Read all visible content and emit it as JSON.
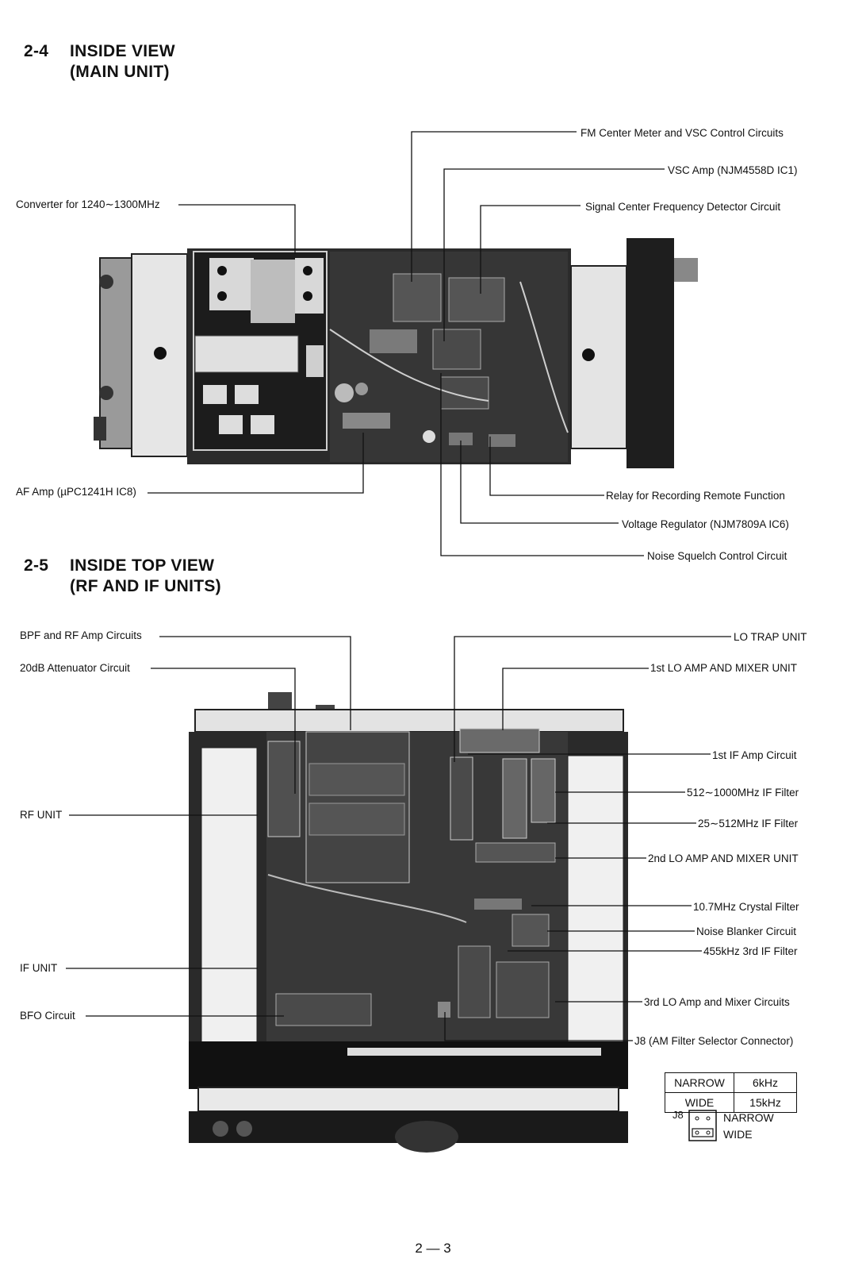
{
  "section_main": {
    "number": "2-4",
    "title_line1": "INSIDE VIEW",
    "title_line2": "(MAIN UNIT)"
  },
  "section_top": {
    "number": "2-5",
    "title_line1": "INSIDE TOP VIEW",
    "title_line2": "(RF AND IF UNITS)"
  },
  "main_callouts": {
    "fm_center": "FM Center Meter and VSC Control Circuits",
    "vsc_amp": "VSC Amp (NJM4558D IC1)",
    "converter": "Converter for 1240∼1300MHz",
    "signal_center": "Signal Center Frequency Detector Circuit",
    "af_amp": "AF Amp (µPC1241H IC8)",
    "relay": "Relay for Recording Remote Function",
    "voltage_reg": "Voltage Regulator (NJM7809A IC6)",
    "noise_squelch": "Noise Squelch Control Circuit"
  },
  "top_callouts": {
    "bpf_rf": "BPF and RF Amp Circuits",
    "attenuator": "20dB Attenuator Circuit",
    "rf_unit": "RF UNIT",
    "if_unit": "IF UNIT",
    "bfo": "BFO Circuit",
    "lo_trap": "LO TRAP UNIT",
    "lo1_amp": "1st LO AMP AND MIXER UNIT",
    "if1_amp": "1st IF Amp Circuit",
    "filter_512": "512∼1000MHz IF Filter",
    "filter_25": "25∼512MHz IF Filter",
    "lo2_amp": "2nd LO AMP AND MIXER UNIT",
    "crystal": "10.7MHz Crystal Filter",
    "noise_blanker": "Noise Blanker Circuit",
    "filter_455": "455kHz 3rd IF Filter",
    "lo3_amp": "3rd LO Amp and Mixer Circuits",
    "j8_connector": "J8 (AM Filter Selector Connector)"
  },
  "j8_table": {
    "rows": [
      {
        "mode": "NARROW",
        "bandwidth": "6kHz"
      },
      {
        "mode": "WIDE",
        "bandwidth": "15kHz"
      }
    ]
  },
  "j8_diagram": {
    "label": "J8",
    "narrow": "NARROW",
    "wide": "WIDE"
  },
  "footer": {
    "page": "2 — 3"
  }
}
